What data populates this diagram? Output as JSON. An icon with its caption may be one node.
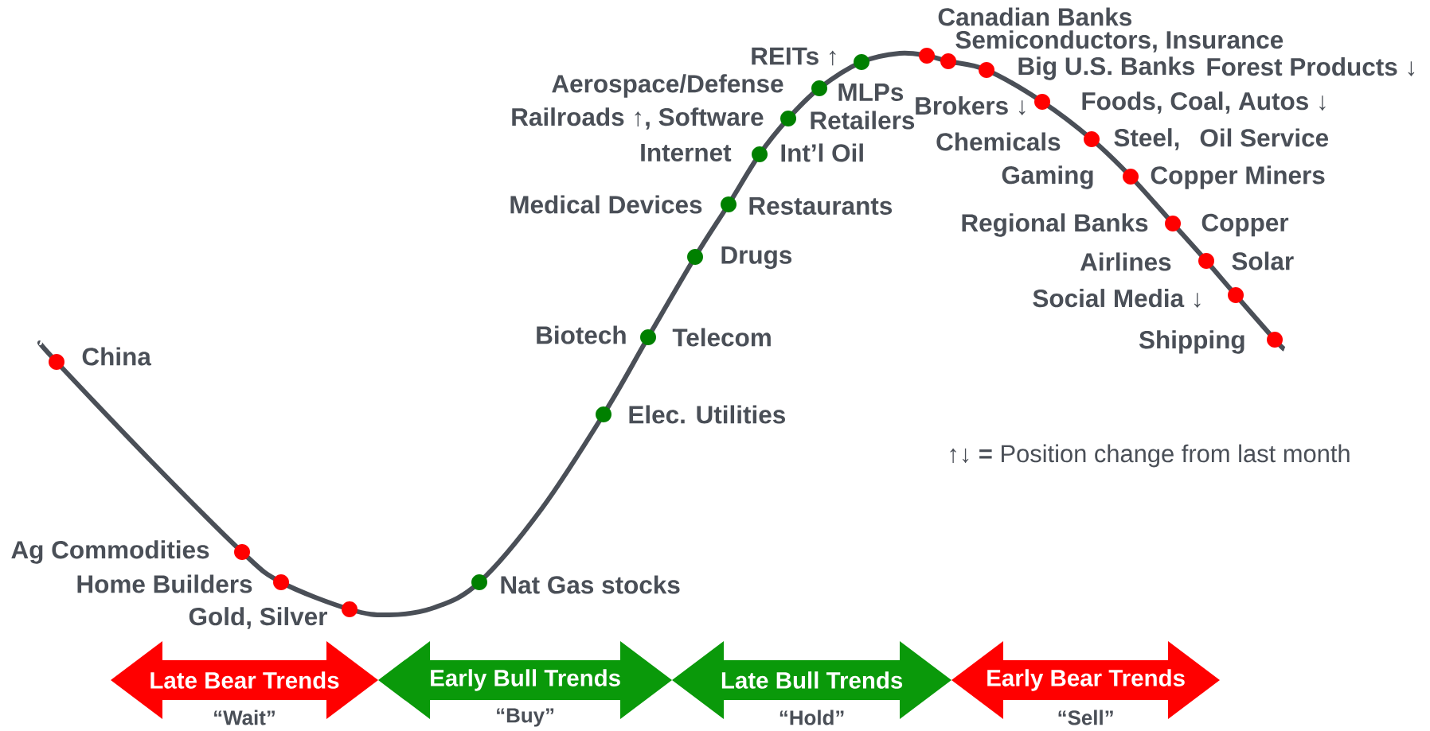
{
  "diagram": {
    "nodes": [
      {
        "text": [
          "Late Bear Trends"
        ],
        "beside": [
          "“Wait”"
        ]
      },
      {
        "text": [
          "Early Bull Trends"
        ],
        "beside": [
          "“Buy”"
        ]
      },
      {
        "text": [
          "Late Bull Trends"
        ],
        "beside": [
          "“Hold”"
        ]
      },
      {
        "text": [
          "Early Bear Trends"
        ],
        "beside": [
          "“Sell”"
        ]
      }
    ],
    "labels": [
      "Canadian Banks",
      "Semiconductors, Insurance",
      "REITs ↑",
      "Big U.S. Banks",
      "Forest Products ↓",
      "Aerospace/Defense",
      "MLPs",
      "Brokers ↓",
      "Foods, Coal, Autos ↓",
      "Railroads ↑, Software",
      "Retailers",
      "Chemicals",
      "Steel,",
      "Oil Service",
      "Internet",
      "Int’l Oil",
      "Gaming",
      "Copper Miners",
      "Medical Devices",
      "Restaurants",
      "Regional Banks",
      "Copper",
      "Drugs",
      "Airlines",
      "Solar",
      "Social Media ↓",
      "Biotech",
      "Telecom",
      "Shipping",
      "China",
      "Elec. Utilities",
      "**↑↓ =** Position change from last month",
      "Ag Commodities",
      "Home Builders",
      "Nat Gas stocks",
      "Gold, Silver"
    ]
  }
}
